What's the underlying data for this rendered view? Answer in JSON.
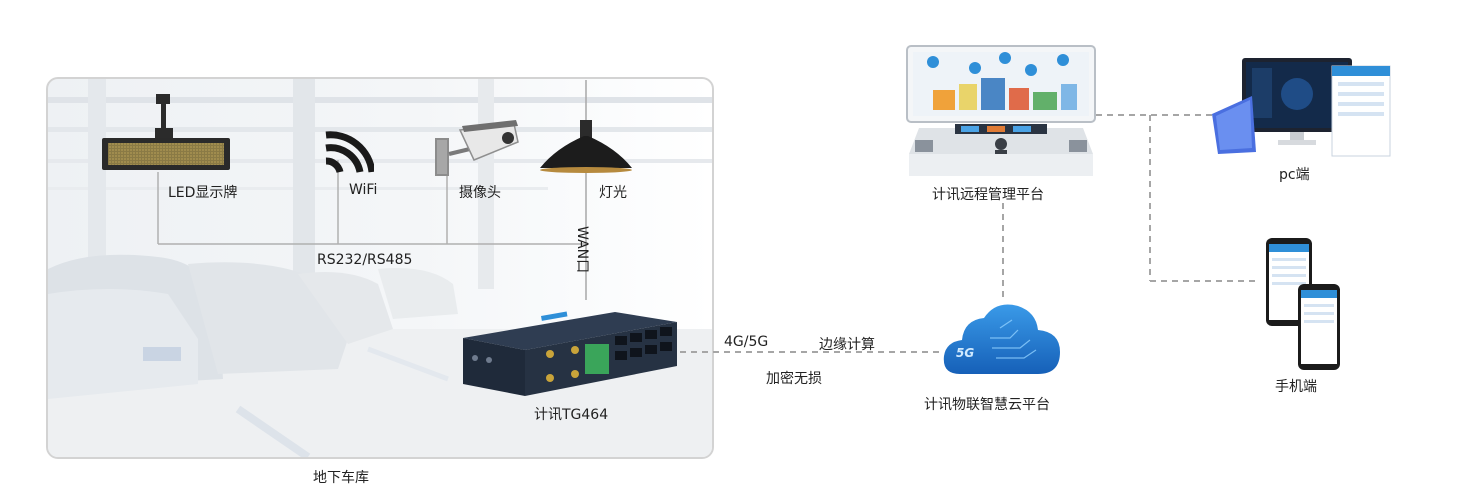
{
  "garage": {
    "label": "地下车库"
  },
  "devices": {
    "led": "LED显示牌",
    "wifi": "WiFi",
    "camera": "摄像头",
    "light": "灯光"
  },
  "bus_label": "RS232/RS485",
  "wan_label": "WAN口",
  "router_label": "计讯TG464",
  "link": {
    "top": "4G/5G",
    "top2": "边缘计算",
    "bottom": "加密无损"
  },
  "cloud": {
    "label": "计讯物联智慧云平台",
    "logo": "5G"
  },
  "remote_platform": "计讯远程管理平台",
  "pc_label": "pc端",
  "phone_label": "手机端",
  "colors": {
    "frame": "#d3d3d3",
    "wire": "#b0b0b0",
    "dash": "#a6a6a6",
    "router": "#263243",
    "router_accent": "#2f8fd8",
    "cloud": "#1e78d2"
  }
}
